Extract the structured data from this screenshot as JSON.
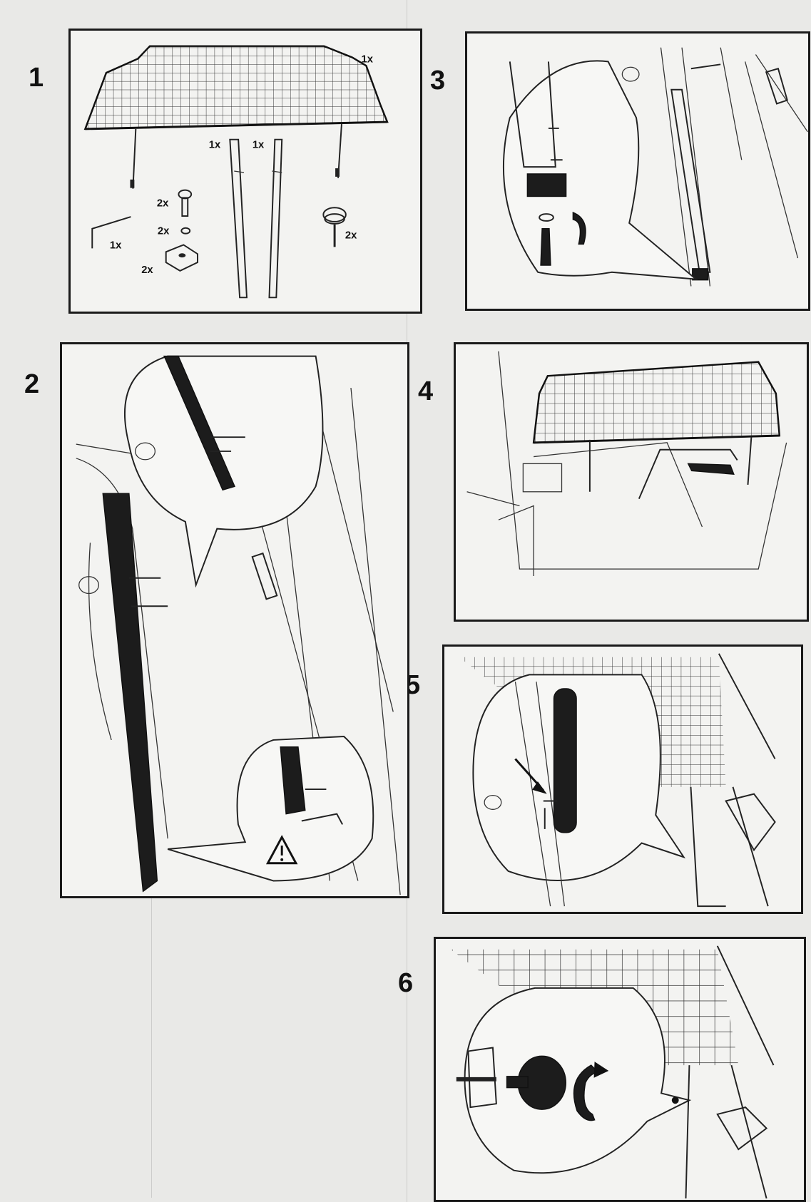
{
  "steps": [
    {
      "number": "1"
    },
    {
      "number": "2"
    },
    {
      "number": "3"
    },
    {
      "number": "4"
    },
    {
      "number": "5"
    },
    {
      "number": "6"
    }
  ],
  "parts": {
    "net_qty": "1x",
    "rod_left_qty": "1x",
    "rod_right_qty": "1x",
    "bolt_qty": "2x",
    "washer_qty": "2x",
    "nut_block_qty": "2x",
    "allen_key_qty": "1x",
    "knob_qty": "2x"
  },
  "icons": {
    "warning": "warning-triangle-icon",
    "rotate": "rotate-arrow-icon",
    "arrow": "pointer-arrow-icon"
  }
}
